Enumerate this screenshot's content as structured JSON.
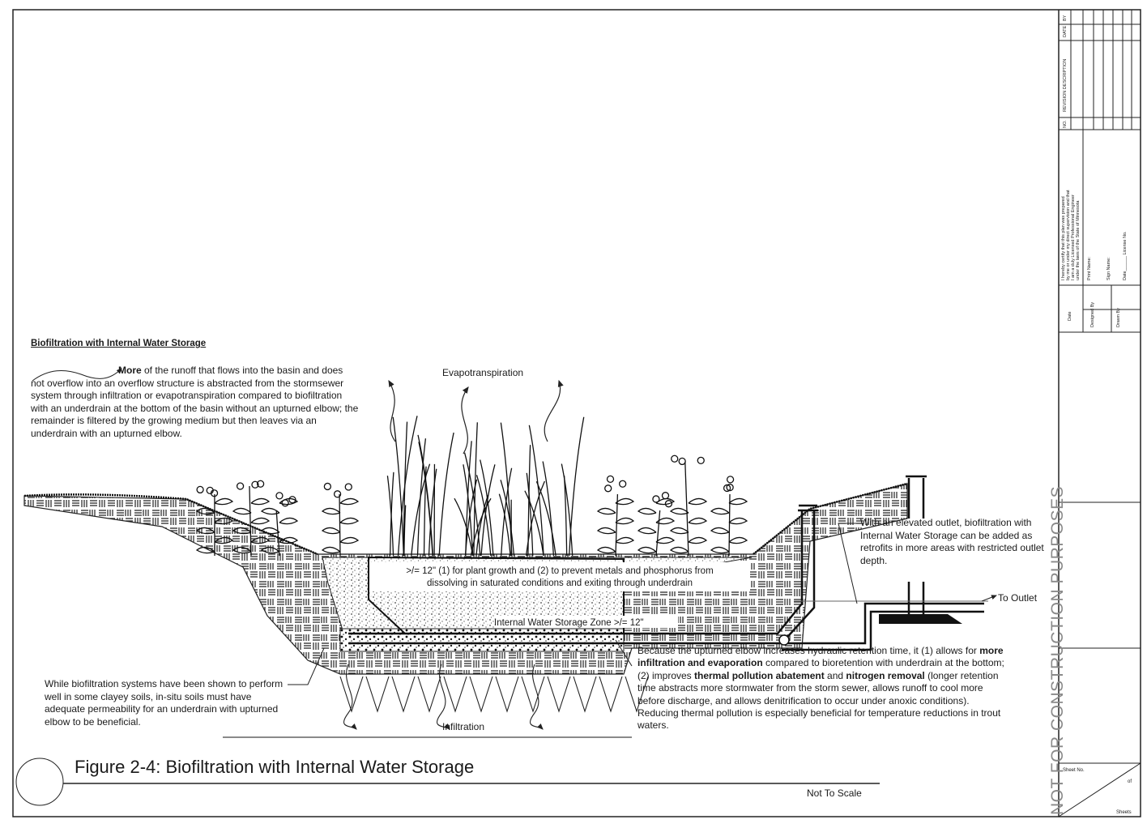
{
  "figure": {
    "title": "Figure 2-4: Biofiltration with Internal Water Storage",
    "scale_note": "Not To Scale",
    "watermark": "NOT FOR CONSTRUCTION PURPOSES"
  },
  "notes": {
    "heading": "Biofiltration with Internal Water Storage",
    "intro_bold": "More",
    "intro_rest": " of the runoff that flows into the basin and does not overflow into an overflow structure is abstracted from the stormsewer system through infiltration or evapotranspiration compared to biofiltration with an underdrain at the bottom of the basin without an upturned elbow; the remainder is filtered by the growing medium but then leaves via an underdrain with an upturned elbow.",
    "soils": "While biofiltration systems have been shown to perform well in some clayey soils, in-situ soils must have adequate permeability for an underdrain with upturned elbow to be beneficial.",
    "outlet": "With an elevated outlet, biofiltration with  Internal Water Storage can be added as retrofits in more areas with restricted outlet depth.",
    "benefits": {
      "p1": "Because the upturned elbow increases hydraulic retention time, it (1) allows for ",
      "b1": "more infiltration and evaporation",
      "p2": " compared to bioretention with underdrain at the bottom; (2) improves ",
      "b2": "thermal pollution abatement",
      "p3": " and ",
      "b3": "nitrogen removal",
      "p4": " (longer retention time abstracts more stormwater from the storm sewer, allows runoff to cool more before discharge, and allows denitrification to occur under anoxic conditions). Reducing thermal pollution is especially beneficial for temperature reductions in trout waters."
    }
  },
  "labels": {
    "evapotranspiration": "Evapotranspiration",
    "media_line1": ">/= 12\" (1) for plant growth and (2) to prevent metals and phosphorus from",
    "media_line2": "dissolving in saturated conditions and exiting through underdrain",
    "iws_zone": "Internal Water Storage Zone >/= 12\"",
    "to_outlet": "To Outlet",
    "infiltration": "Infiltration"
  },
  "title_block": {
    "rev_no": "NO.",
    "rev_desc": "REVISION DESCRIPTION",
    "rev_date": "DATE",
    "rev_by": "BY",
    "cert_1": "I hereby certify that this plan was prepared",
    "cert_2": "by me or under my direct supervision and that",
    "cert_3": "I am a duly Licensed Professional Engineer",
    "cert_4": "under the laws of the State of Minnesota",
    "print_name": "Print Name:",
    "sign_name": "Sign Name:",
    "date_lic": "Date______ License No.",
    "date": "Date",
    "designed_by": "Designed By",
    "drawn_by": "Drawn By",
    "sheet_no": "Sheet No.",
    "of": "of",
    "sheets": "Sheets"
  }
}
